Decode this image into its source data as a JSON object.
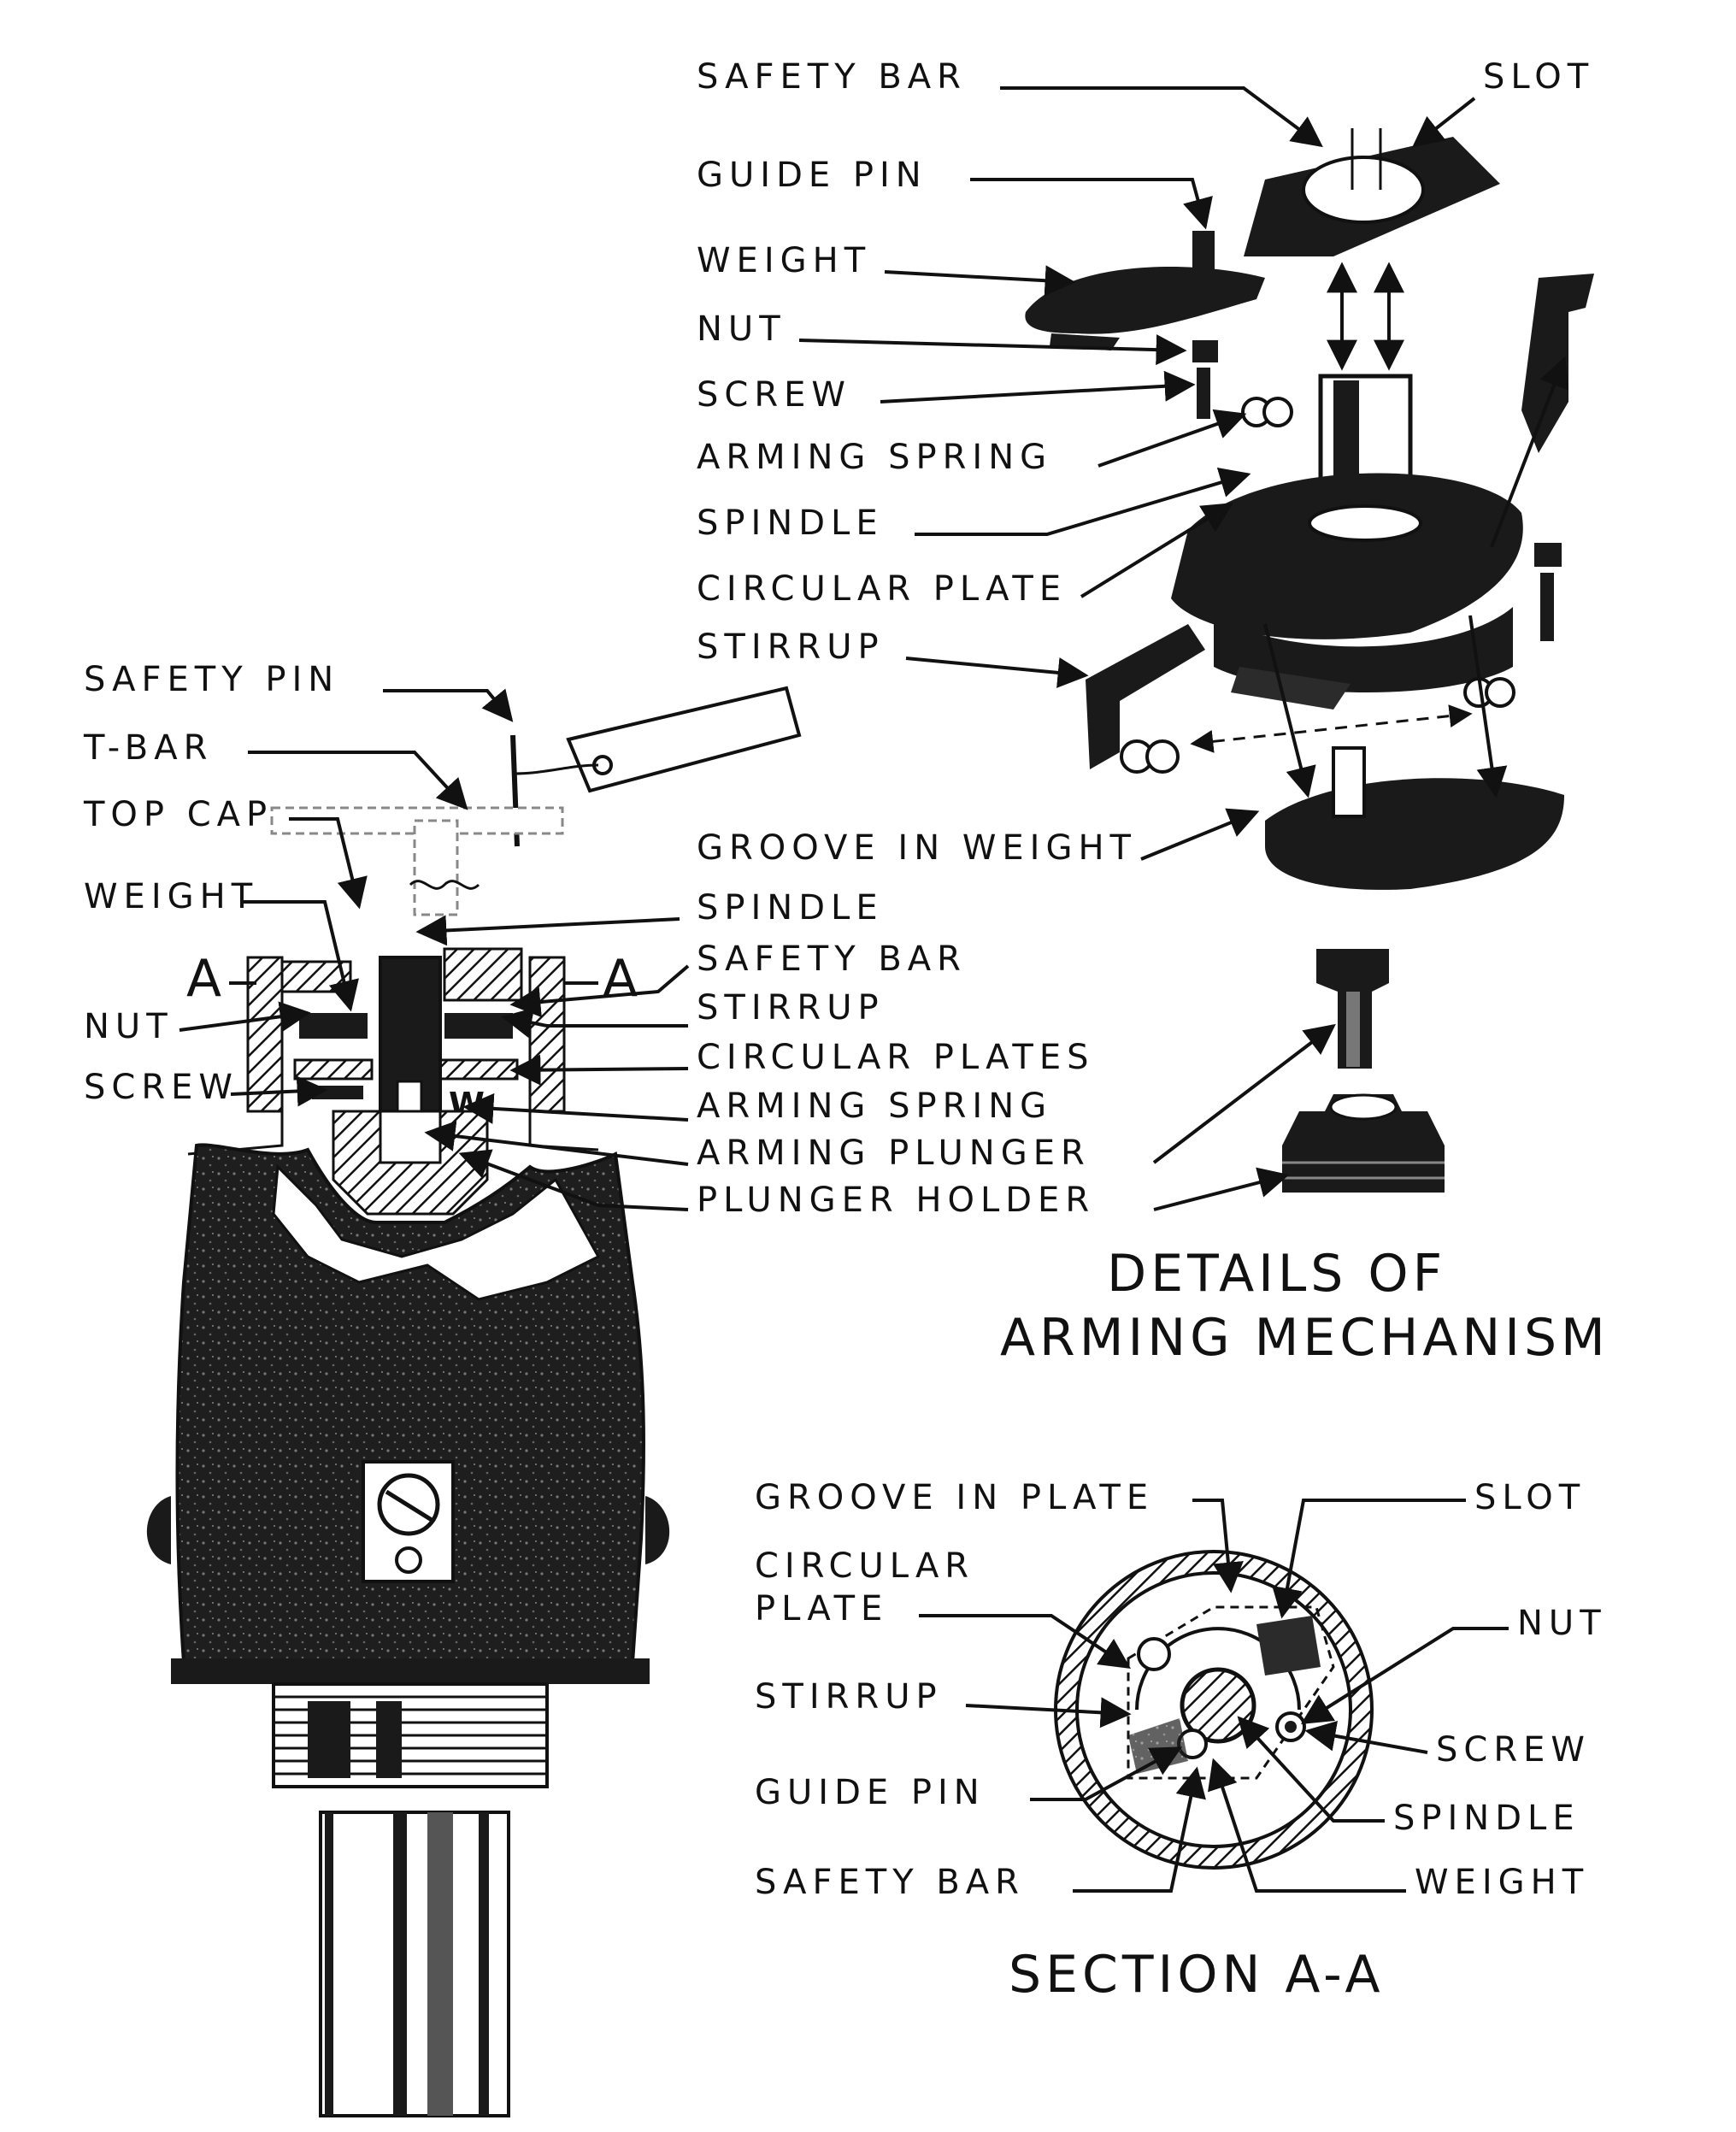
{
  "exploded_view": {
    "labels": {
      "safety_bar": "SAFETY BAR",
      "slot": "SLOT",
      "guide_pin": "GUIDE PIN",
      "weight": "WEIGHT",
      "nut": "NUT",
      "screw": "SCREW",
      "arming_spring": "ARMING SPRING",
      "spindle": "SPINDLE",
      "circular_plate": "CIRCULAR PLATE",
      "stirrup": "STIRRUP",
      "groove_in_weight": "GROOVE IN WEIGHT"
    },
    "title_line1": "DETAILS OF",
    "title_line2": "ARMING MECHANISM"
  },
  "sectional_view": {
    "labels": {
      "safety_pin": "SAFETY PIN",
      "t_bar": "T-BAR",
      "top_cap": "TOP CAP",
      "weight": "WEIGHT",
      "nut": "NUT",
      "screw": "SCREW",
      "section_mark_left": "A",
      "section_mark_right": "A"
    }
  },
  "middle_labels": {
    "spindle": "SPINDLE",
    "safety_bar": "SAFETY BAR",
    "stirrup": "STIRRUP",
    "circular_plates": "CIRCULAR PLATES",
    "arming_spring": "ARMING SPRING",
    "arming_plunger": "ARMING PLUNGER",
    "plunger_holder": "PLUNGER HOLDER"
  },
  "section_aa": {
    "labels": {
      "groove_in_plate": "GROOVE IN PLATE",
      "slot": "SLOT",
      "circular_plate_line1": "CIRCULAR",
      "circular_plate_line2": "PLATE",
      "nut": "NUT",
      "stirrup": "STIRRUP",
      "screw": "SCREW",
      "guide_pin": "GUIDE PIN",
      "spindle": "SPINDLE",
      "safety_bar": "SAFETY BAR",
      "weight": "WEIGHT"
    },
    "title": "SECTION A-A"
  }
}
